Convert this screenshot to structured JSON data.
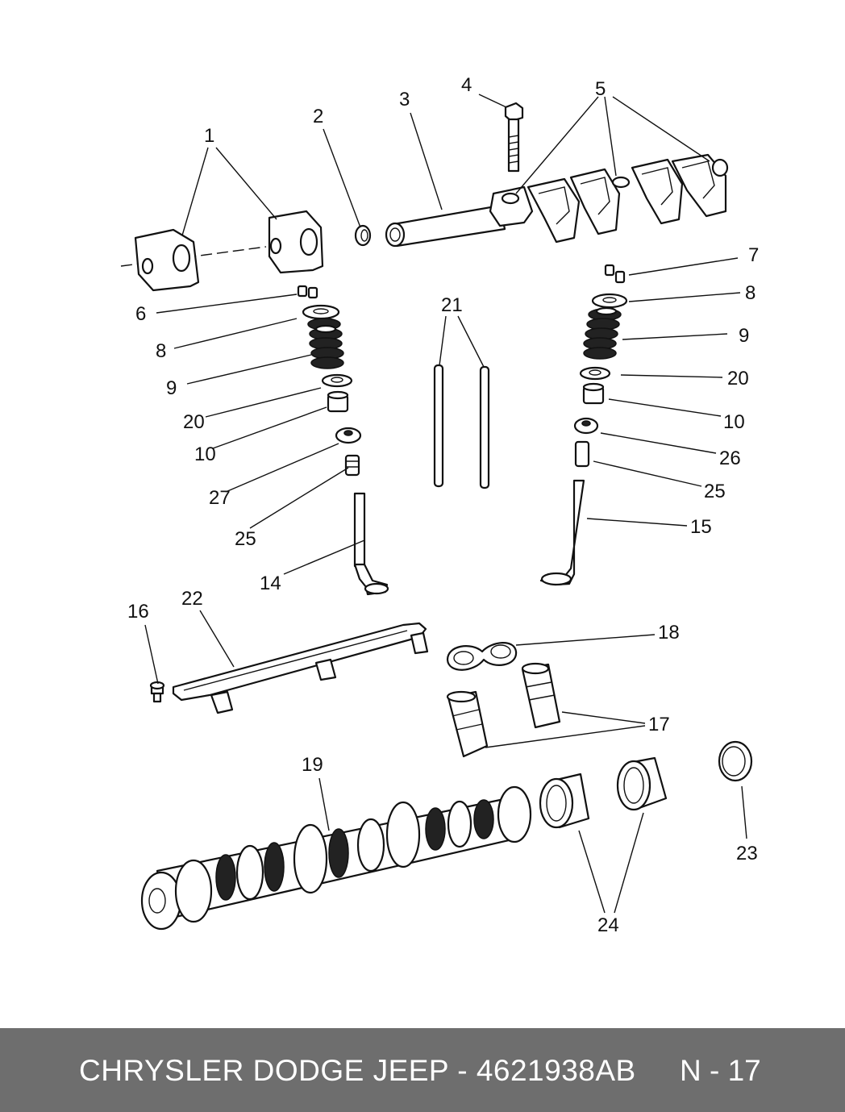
{
  "footer": {
    "title": "CHRYSLER DODGE JEEP - 4621938AB",
    "page": "N - 17"
  },
  "callouts": [
    {
      "id": "1",
      "text": "1"
    },
    {
      "id": "2",
      "text": "2"
    },
    {
      "id": "3",
      "text": "3"
    },
    {
      "id": "4",
      "text": "4"
    },
    {
      "id": "5",
      "text": "5"
    },
    {
      "id": "6",
      "text": "6"
    },
    {
      "id": "7",
      "text": "7"
    },
    {
      "id": "8L",
      "text": "8"
    },
    {
      "id": "8R",
      "text": "8"
    },
    {
      "id": "9L",
      "text": "9"
    },
    {
      "id": "9R",
      "text": "9"
    },
    {
      "id": "10L",
      "text": "10"
    },
    {
      "id": "10R",
      "text": "10"
    },
    {
      "id": "14",
      "text": "14"
    },
    {
      "id": "15",
      "text": "15"
    },
    {
      "id": "16",
      "text": "16"
    },
    {
      "id": "17",
      "text": "17"
    },
    {
      "id": "18",
      "text": "18"
    },
    {
      "id": "19",
      "text": "19"
    },
    {
      "id": "20L",
      "text": "20"
    },
    {
      "id": "20R",
      "text": "20"
    },
    {
      "id": "21",
      "text": "21"
    },
    {
      "id": "22",
      "text": "22"
    },
    {
      "id": "23",
      "text": "23"
    },
    {
      "id": "24",
      "text": "24"
    },
    {
      "id": "25L",
      "text": "25"
    },
    {
      "id": "25R",
      "text": "25"
    },
    {
      "id": "26",
      "text": "26"
    },
    {
      "id": "27",
      "text": "27"
    }
  ]
}
